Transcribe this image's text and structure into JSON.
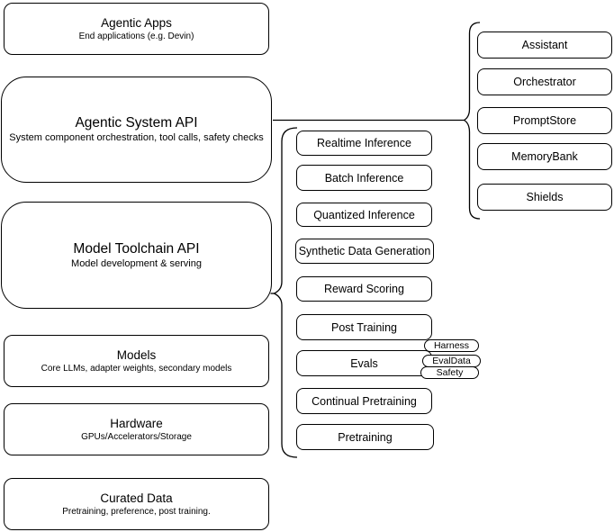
{
  "figure": {
    "background_color": "#ffffff",
    "stroke_color": "#000000",
    "text_color": "#000000",
    "layer_stack": [
      {
        "title": "Agentic Apps",
        "subtitle": "End applications (e.g. Devin)"
      },
      {
        "title": "Agentic System API",
        "subtitle": "System component orchestration, tool calls, safety checks"
      },
      {
        "title": "Model Toolchain API",
        "subtitle": "Model development & serving"
      },
      {
        "title": "Models",
        "subtitle": "Core LLMs, adapter weights, secondary models"
      },
      {
        "title": "Hardware",
        "subtitle": "GPUs/Accelerators/Storage"
      },
      {
        "title": "Curated Data",
        "subtitle": "Pretraining, preference, post training."
      }
    ],
    "toolchain_items": [
      "Realtime Inference",
      "Batch Inference",
      "Quantized Inference",
      "Synthetic Data Generation",
      "Reward Scoring",
      "Post Training",
      "Evals",
      "Continual Pretraining",
      "Pretraining"
    ],
    "evals_tags": [
      "Harness",
      "EvalData",
      "Safety"
    ],
    "system_components": [
      "Assistant",
      "Orchestrator",
      "PromptStore",
      "MemoryBank",
      "Shields"
    ]
  }
}
